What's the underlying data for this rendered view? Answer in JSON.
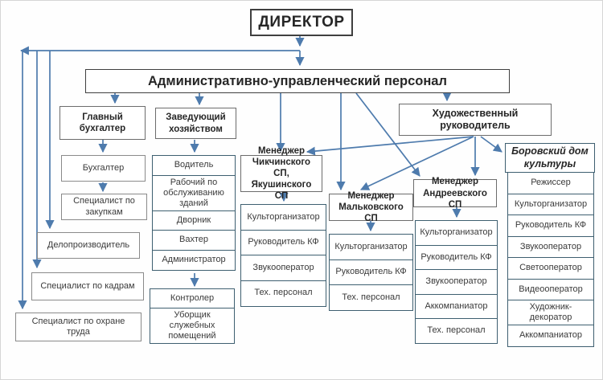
{
  "colors": {
    "connector": "#4e7bad",
    "group_border": "#3e5f70",
    "box_border": "#8a8a8a",
    "dark_border": "#3f3f3f"
  },
  "org": {
    "director": "ДИРЕКТОР",
    "admin_staff": "Административно-управленческий персонал",
    "art_director": "Художественный руководитель",
    "accounting": {
      "head": "Главный бухгалтер",
      "accountant": "Бухгалтер",
      "procurement_specialist": "Специалист по закупкам",
      "clerk": "Делопроизводитель",
      "hr_specialist": "Специалист по кадрам",
      "safety_specialist": "Специалист по охране труда"
    },
    "household": {
      "head": "Заведующий хозяйством",
      "staff": [
        "Водитель",
        "Рабочий по обслуживанию зданий",
        "Дворник",
        "Вахтер",
        "Администратор"
      ],
      "staff2": [
        "Контролер",
        "Уборщик служебных помещений"
      ]
    },
    "chikchinsky": {
      "head": "Менеджер Чикчинского СП, Якушинского СП",
      "staff": [
        "Культорганизатор",
        "Руководитель КФ",
        "Звукооператор",
        "Тех. персонал"
      ]
    },
    "malkovsky": {
      "head": "Менеджер Мальковского СП",
      "staff": [
        "Культорганизатор",
        "Руководитель КФ",
        "Тех. персонал"
      ]
    },
    "andreevsky": {
      "head": "Менеджер Андреевского СП",
      "staff": [
        "Культорганизатор",
        "Руководитель КФ",
        "Звукооператор",
        "Аккомпаниатор",
        "Тех. персонал"
      ]
    },
    "borovsky": {
      "head": "Боровский дом культуры",
      "staff": [
        "Режиссер",
        "Культорганизатор",
        "Руководитель КФ",
        "Звукооператор",
        "Светооператор",
        "Видеооператор",
        "Художник-декоратор",
        "Аккомпаниатор"
      ]
    }
  }
}
